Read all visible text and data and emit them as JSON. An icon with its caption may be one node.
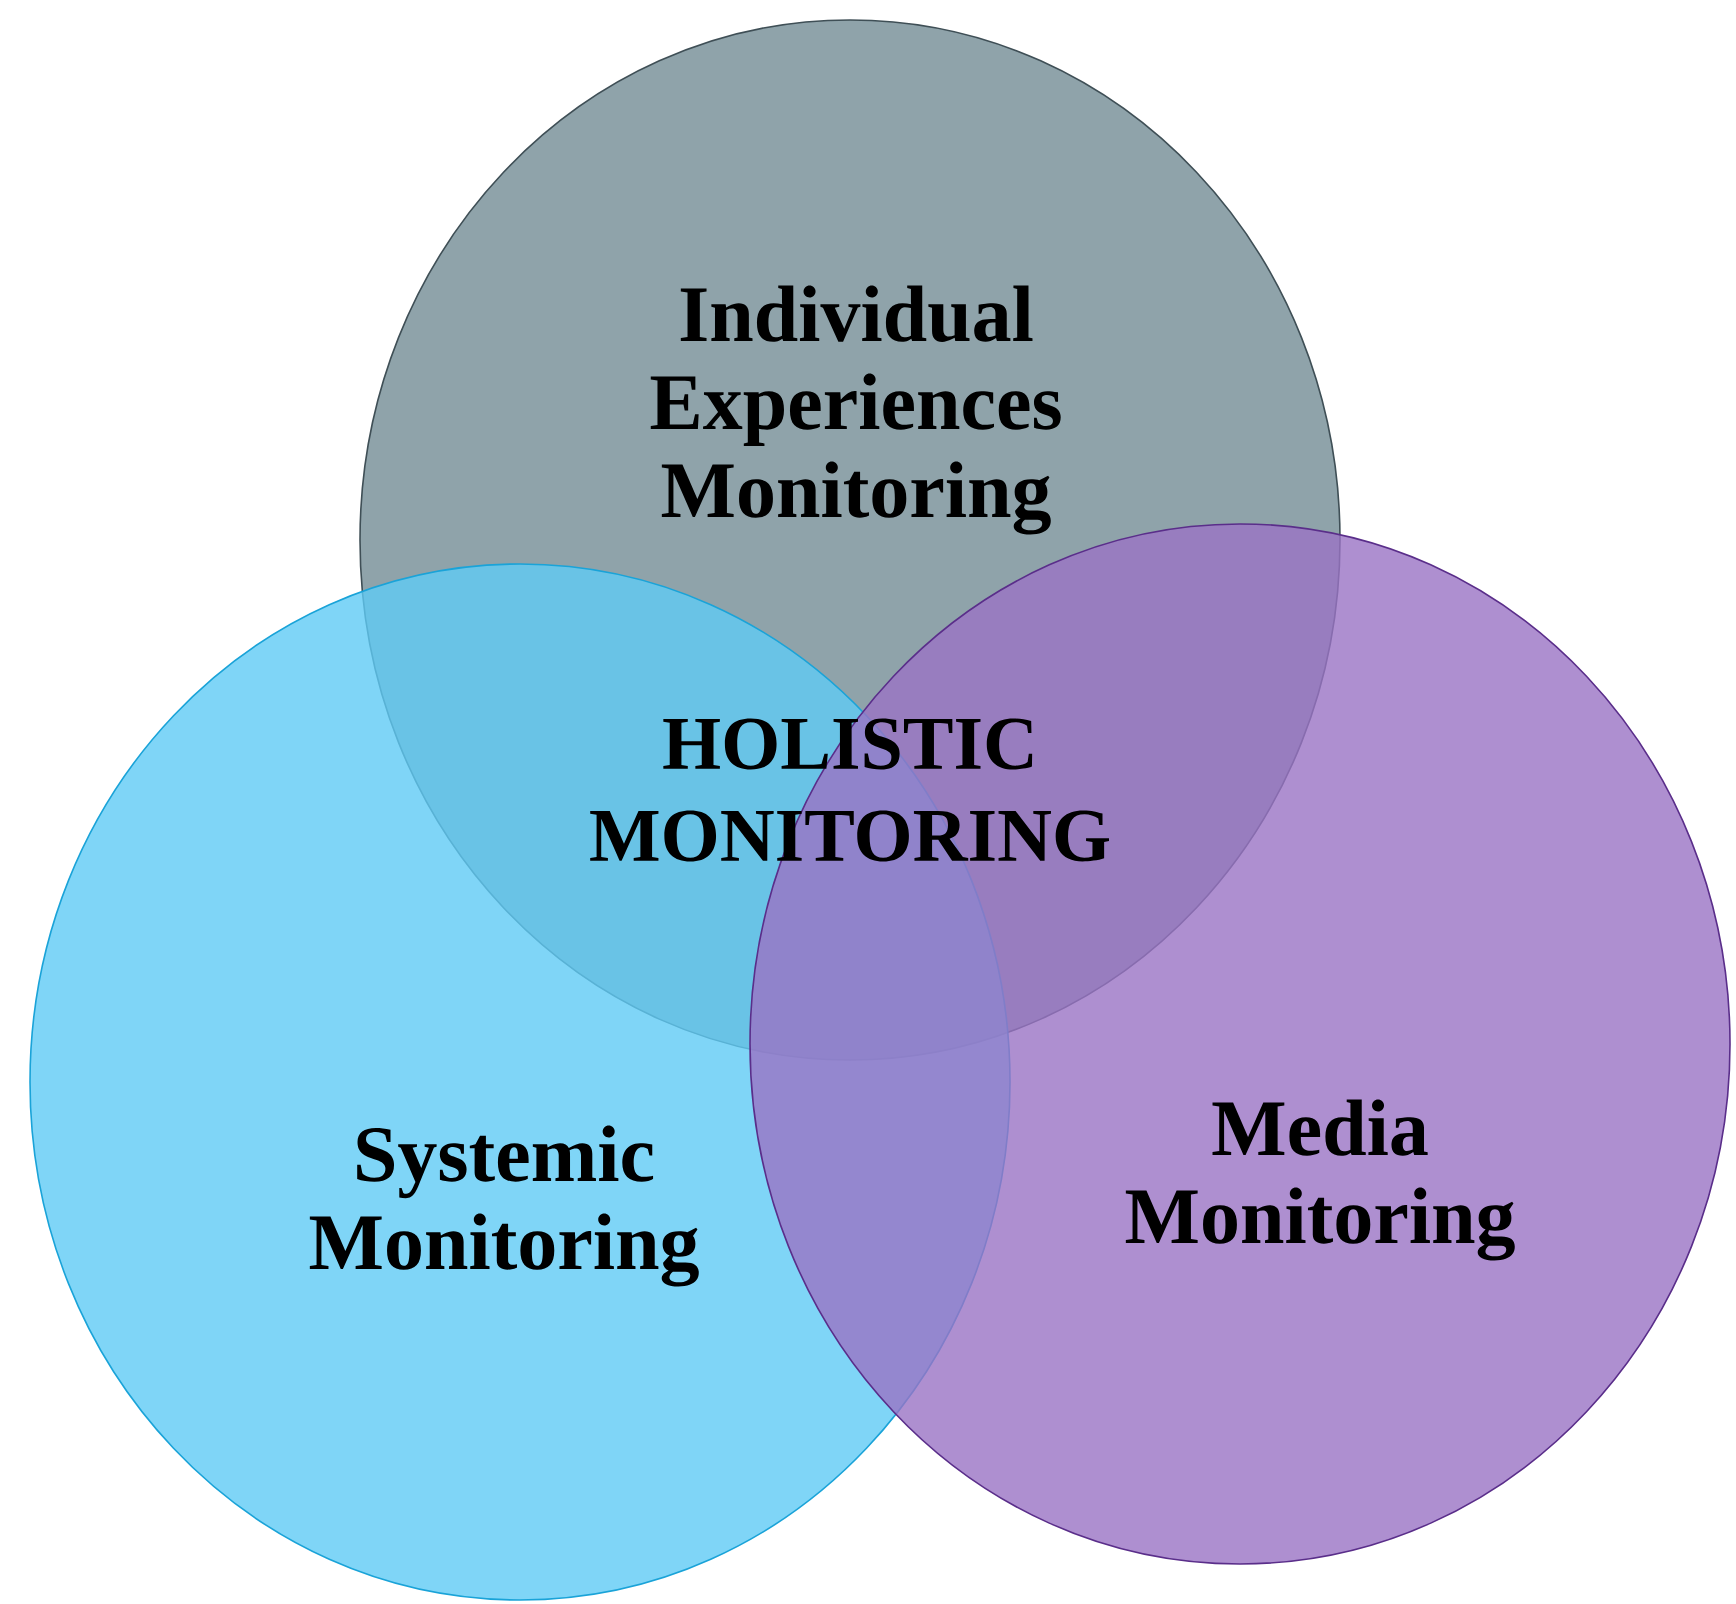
{
  "diagram": {
    "nodes": [
      {
        "text": [
          "Individual Experiences Monitoring"
        ]
      },
      {
        "text": [
          "Systemic Monitoring"
        ]
      },
      {
        "text": [
          "Media Monitoring"
        ]
      }
    ],
    "labels": [
      "HOLISTIC MONITORING"
    ]
  }
}
